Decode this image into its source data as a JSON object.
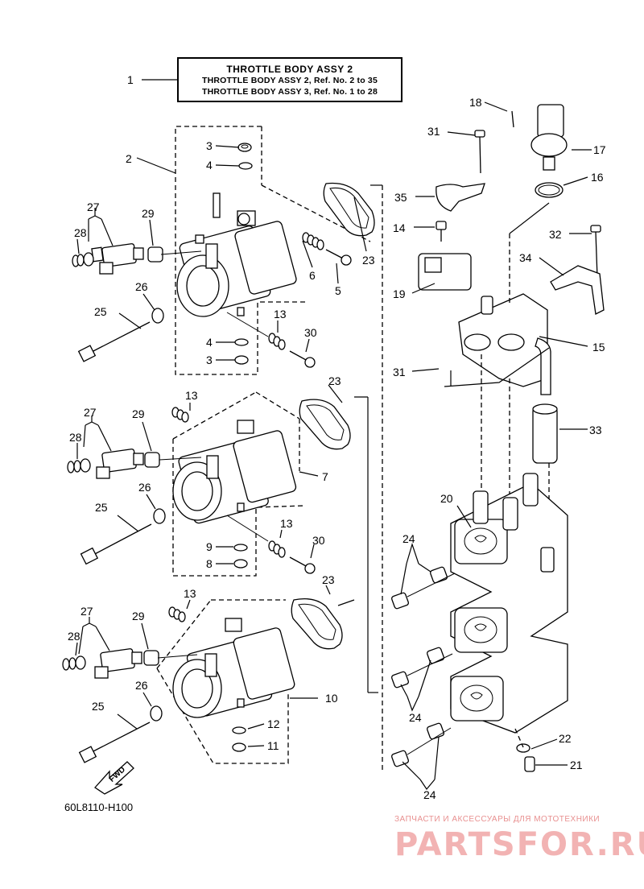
{
  "title_box": {
    "line1": "THROTTLE BODY ASSY 2",
    "line2": "THROTTLE BODY ASSY 2,  Ref. No. 2 to 35",
    "line3": "THROTTLE BODY ASSY 3,  Ref. No. 1 to 28"
  },
  "diagram_code": "60L8110-H100",
  "fwd_label": "FWD",
  "watermark": {
    "small": "ЗАПЧАСТИ И АКСЕССУАРЫ ДЛЯ МОТОТЕХНИКИ",
    "big": "PARTSFOR.RU"
  },
  "callouts": {
    "c1": "1",
    "c2": "2",
    "c3a": "3",
    "c4a": "4",
    "c27a": "27",
    "c28a": "28",
    "c29a": "29",
    "c23a": "23",
    "c6": "6",
    "c5": "5",
    "c26a": "26",
    "c25a": "25",
    "c13a": "13",
    "c30a": "30",
    "c4b": "4",
    "c3b": "3",
    "c18": "18",
    "c31a": "31",
    "c17": "17",
    "c16": "16",
    "c35": "35",
    "c14": "14",
    "c32": "32",
    "c34": "34",
    "c19": "19",
    "c15": "15",
    "c31b": "31",
    "c33": "33",
    "c13b": "13",
    "c23b": "23",
    "c27b": "27",
    "c29b": "29",
    "c28b": "28",
    "c7": "7",
    "c26b": "26",
    "c25b": "25",
    "c13c": "13",
    "c30b": "30",
    "c9": "9",
    "c8": "8",
    "c20": "20",
    "c24a": "24",
    "c23c": "23",
    "c13d": "13",
    "c27c": "27",
    "c29c": "29",
    "c28c": "28",
    "c26c": "26",
    "c10": "10",
    "c25c": "25",
    "c12": "12",
    "c11": "11",
    "c24b": "24",
    "c22": "22",
    "c21": "21",
    "c24c": "24"
  }
}
